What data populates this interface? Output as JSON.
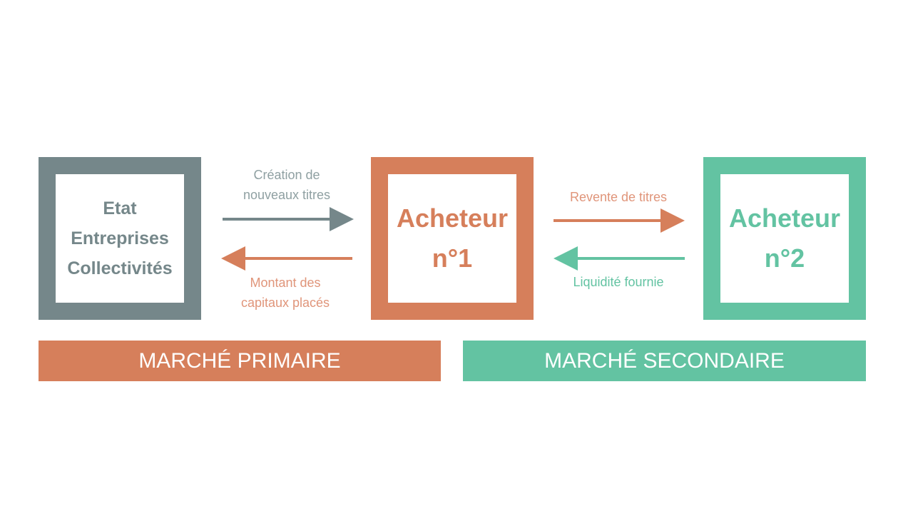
{
  "issuer": {
    "lines": [
      "Etat",
      "Entreprises",
      "Collectivités"
    ]
  },
  "buyer1": {
    "lines": [
      "Acheteur",
      "n°1"
    ]
  },
  "buyer2": {
    "lines": [
      "Acheteur",
      "n°2"
    ]
  },
  "flows": {
    "creation": [
      "Création de",
      "nouveaux titres"
    ],
    "capital": [
      "Montant des",
      "capitaux placés"
    ],
    "resale": "Revente de titres",
    "liquidity": "Liquidité fournie"
  },
  "markets": {
    "primary": "MARCHÉ PRIMAIRE",
    "secondary": "MARCHÉ SECONDAIRE"
  },
  "colors": {
    "gray": "#75878a",
    "orange": "#d67f5b",
    "green": "#63c3a2"
  }
}
